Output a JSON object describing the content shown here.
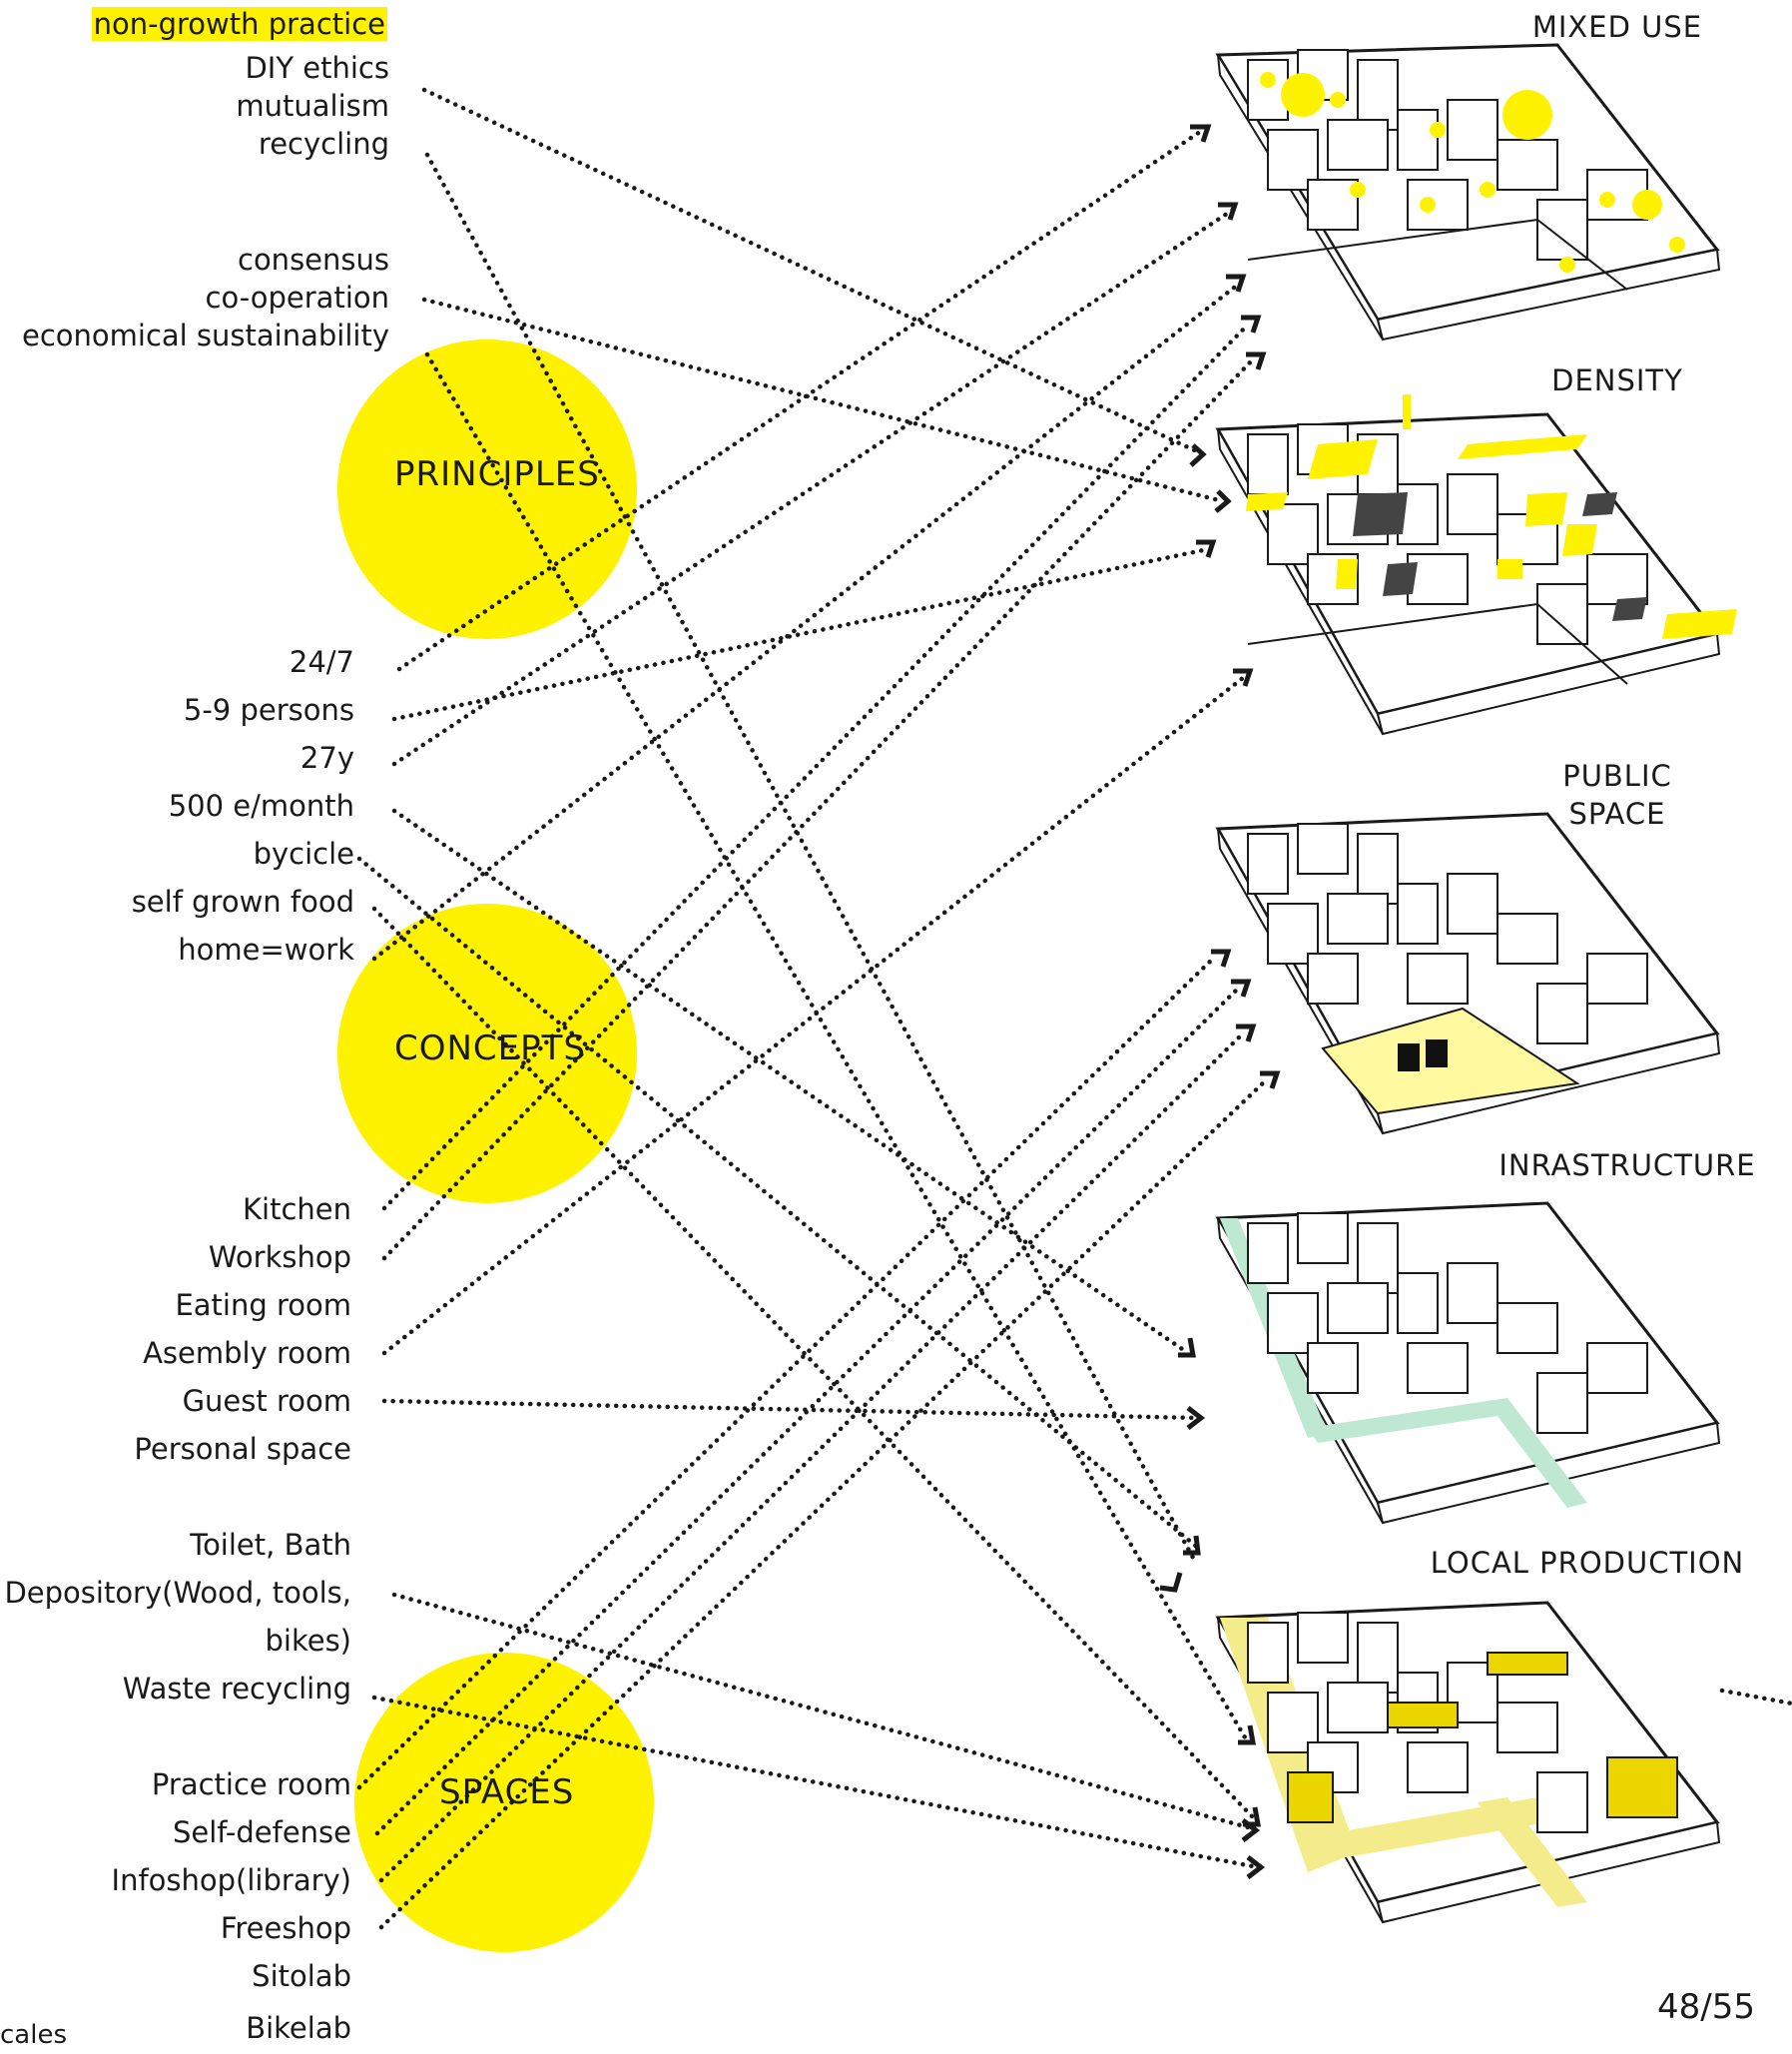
{
  "principles": {
    "title": "PRINCIPLES",
    "highlight": "non-growth practice",
    "items": [
      "DIY ethics",
      "mutualism",
      "recycling",
      "consensus",
      "co-operation",
      "economical sustainability"
    ]
  },
  "concepts": {
    "title": "CONCEPTS",
    "items": [
      "24/7",
      "5-9  persons",
      "27y",
      "500 e/month",
      "bycicle",
      "self grown food",
      "home=work"
    ]
  },
  "spaces": {
    "title": "SPACES",
    "items": [
      "Kitchen",
      "Workshop",
      "Eating room",
      "Asembly room",
      "Guest room",
      "Personal space",
      "Toilet, Bath",
      "Depository(Wood, tools,",
      "bikes)",
      "Waste recycling",
      "Practice room",
      "Self-defense",
      "Infoshop(library)",
      "Freeshop",
      "Sitolab",
      "Bikelab"
    ]
  },
  "cut_label": "cales",
  "panels": {
    "mixed_use": "MIXED USE",
    "density": "DENSITY",
    "public_space_1": "PUBLIC",
    "public_space_2": "SPACE",
    "infrastructure": "INRASTRUCTURE",
    "local_production": "LOCAL PRODUCTION"
  },
  "page_number": "48/55",
  "colors": {
    "accent": "#fff200",
    "line": "#1a1a1a",
    "green": "#7fd4a8"
  }
}
